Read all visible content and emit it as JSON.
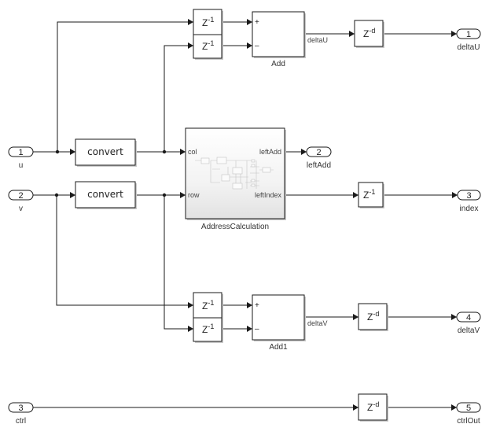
{
  "diagram": {
    "type": "simulink-block-diagram",
    "inports": [
      {
        "number": "1",
        "name": "u"
      },
      {
        "number": "2",
        "name": "v"
      },
      {
        "number": "3",
        "name": "ctrl"
      }
    ],
    "outports": [
      {
        "number": "1",
        "name": "deltaU"
      },
      {
        "number": "2",
        "name": "leftAdd"
      },
      {
        "number": "3",
        "name": "index"
      },
      {
        "number": "4",
        "name": "deltaV"
      },
      {
        "number": "5",
        "name": "ctrlOut"
      }
    ],
    "convert_blocks": [
      {
        "label": "convert"
      },
      {
        "label": "convert"
      }
    ],
    "unit_delay": {
      "base": "Z",
      "exponent": "-1"
    },
    "variable_delay": {
      "base": "Z",
      "exponent": "-d"
    },
    "add_blocks": [
      {
        "name": "Add",
        "signs": [
          "+",
          "–"
        ],
        "output_signal": "deltaU"
      },
      {
        "name": "Add1",
        "signs": [
          "+",
          "–"
        ],
        "output_signal": "deltaV"
      }
    ],
    "subsystem": {
      "name": "AddressCalculation",
      "inputs": [
        "col",
        "row"
      ],
      "outputs": [
        "leftAdd",
        "leftIndex"
      ]
    }
  }
}
